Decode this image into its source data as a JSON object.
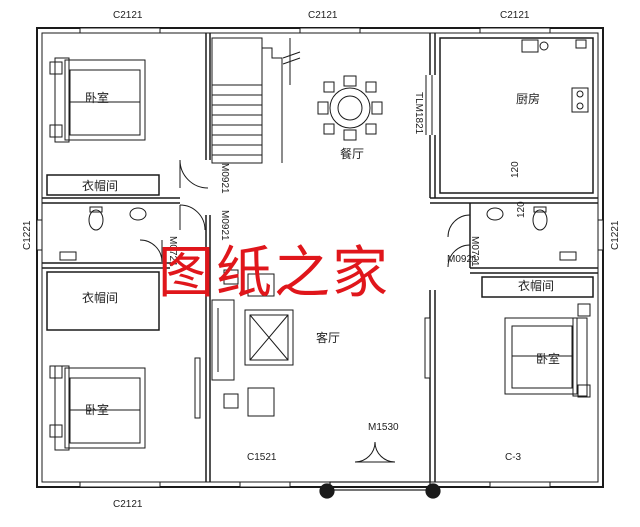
{
  "window_codes": {
    "top_left": "C2121",
    "top_mid": "C2121",
    "top_right": "C2121",
    "bottom_left": "C2121",
    "left_side": "C1221",
    "right_side": "C1221",
    "bottom_mid": "C1521",
    "bottom_right": "C-3"
  },
  "door_codes": {
    "dining_door": "TLM1821",
    "left_upper_door": "M0921",
    "left_mid_door": "M0921",
    "left_bath_door": "M0721",
    "right_upper_door": "M0921",
    "right_mid_door": "M0721",
    "main_door": "M1530",
    "dim_a": "120",
    "dim_b": "120"
  },
  "rooms": {
    "bedroom_top_left": "卧室",
    "closet_top_left": "衣帽间",
    "closet_bottom_left": "衣帽间",
    "bedroom_bottom_left": "卧室",
    "dining": "餐厅",
    "kitchen": "厨房",
    "living": "客厅",
    "closet_right": "衣帽间",
    "bedroom_right": "卧室"
  },
  "watermark": "图纸之家",
  "colors": {
    "line": "#1a1a1a",
    "watermark": "#e0161b"
  }
}
